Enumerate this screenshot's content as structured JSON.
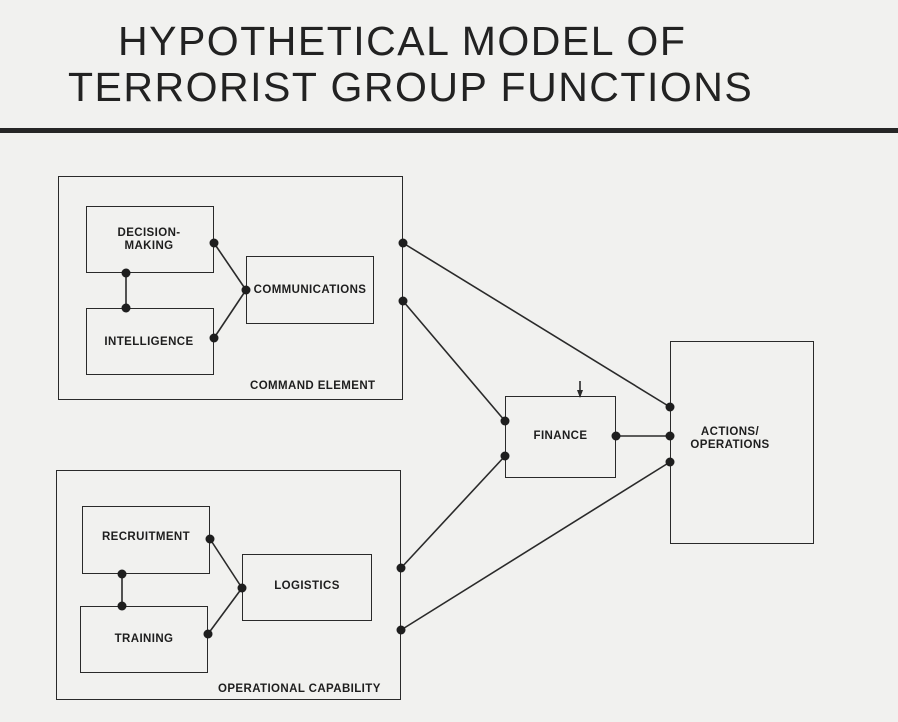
{
  "title": {
    "line1": "HYPOTHETICAL MODEL OF",
    "line2": "TERRORIST GROUP FUNCTIONS"
  },
  "groups": {
    "command": "COMMAND ELEMENT",
    "operational": "OPERATIONAL CAPABILITY"
  },
  "nodes": {
    "decision_line1": "DECISION-",
    "decision_line2": "MAKING",
    "intelligence": "INTELLIGENCE",
    "communications": "COMMUNICATIONS",
    "recruitment": "RECRUITMENT",
    "training": "TRAINING",
    "logistics": "LOGISTICS",
    "finance": "FINANCE",
    "actions_line1": "ACTIONS/",
    "actions_line2": "OPERATIONS"
  }
}
